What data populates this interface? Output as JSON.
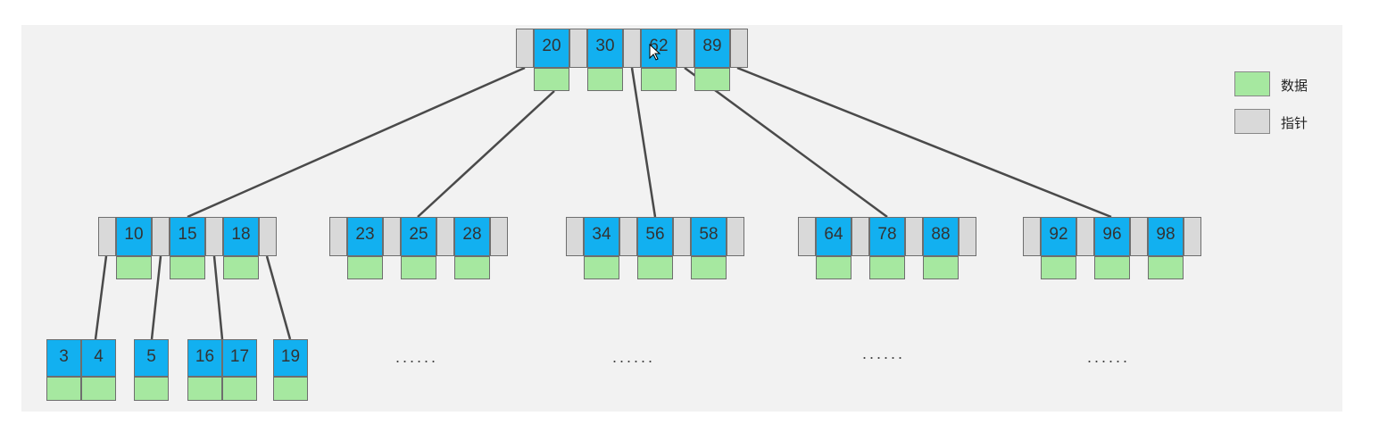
{
  "root": {
    "keys": [
      "20",
      "30",
      "62",
      "89"
    ]
  },
  "level2": [
    {
      "keys": [
        "10",
        "15",
        "18"
      ]
    },
    {
      "keys": [
        "23",
        "25",
        "28"
      ]
    },
    {
      "keys": [
        "34",
        "56",
        "58"
      ]
    },
    {
      "keys": [
        "64",
        "78",
        "88"
      ]
    },
    {
      "keys": [
        "92",
        "96",
        "98"
      ]
    }
  ],
  "leaves": [
    {
      "keys": [
        "3",
        "4"
      ]
    },
    {
      "keys": [
        "5"
      ]
    },
    {
      "keys": [
        "16",
        "17"
      ]
    },
    {
      "keys": [
        "19"
      ]
    }
  ],
  "ellipsis": "......",
  "legend": {
    "data_label": "数据",
    "pointer_label": "指针",
    "data_color": "#a6e8a0",
    "pointer_color": "#d9d9d9"
  },
  "colors": {
    "key": "#12b0f0",
    "line": "#4a4a4a"
  }
}
